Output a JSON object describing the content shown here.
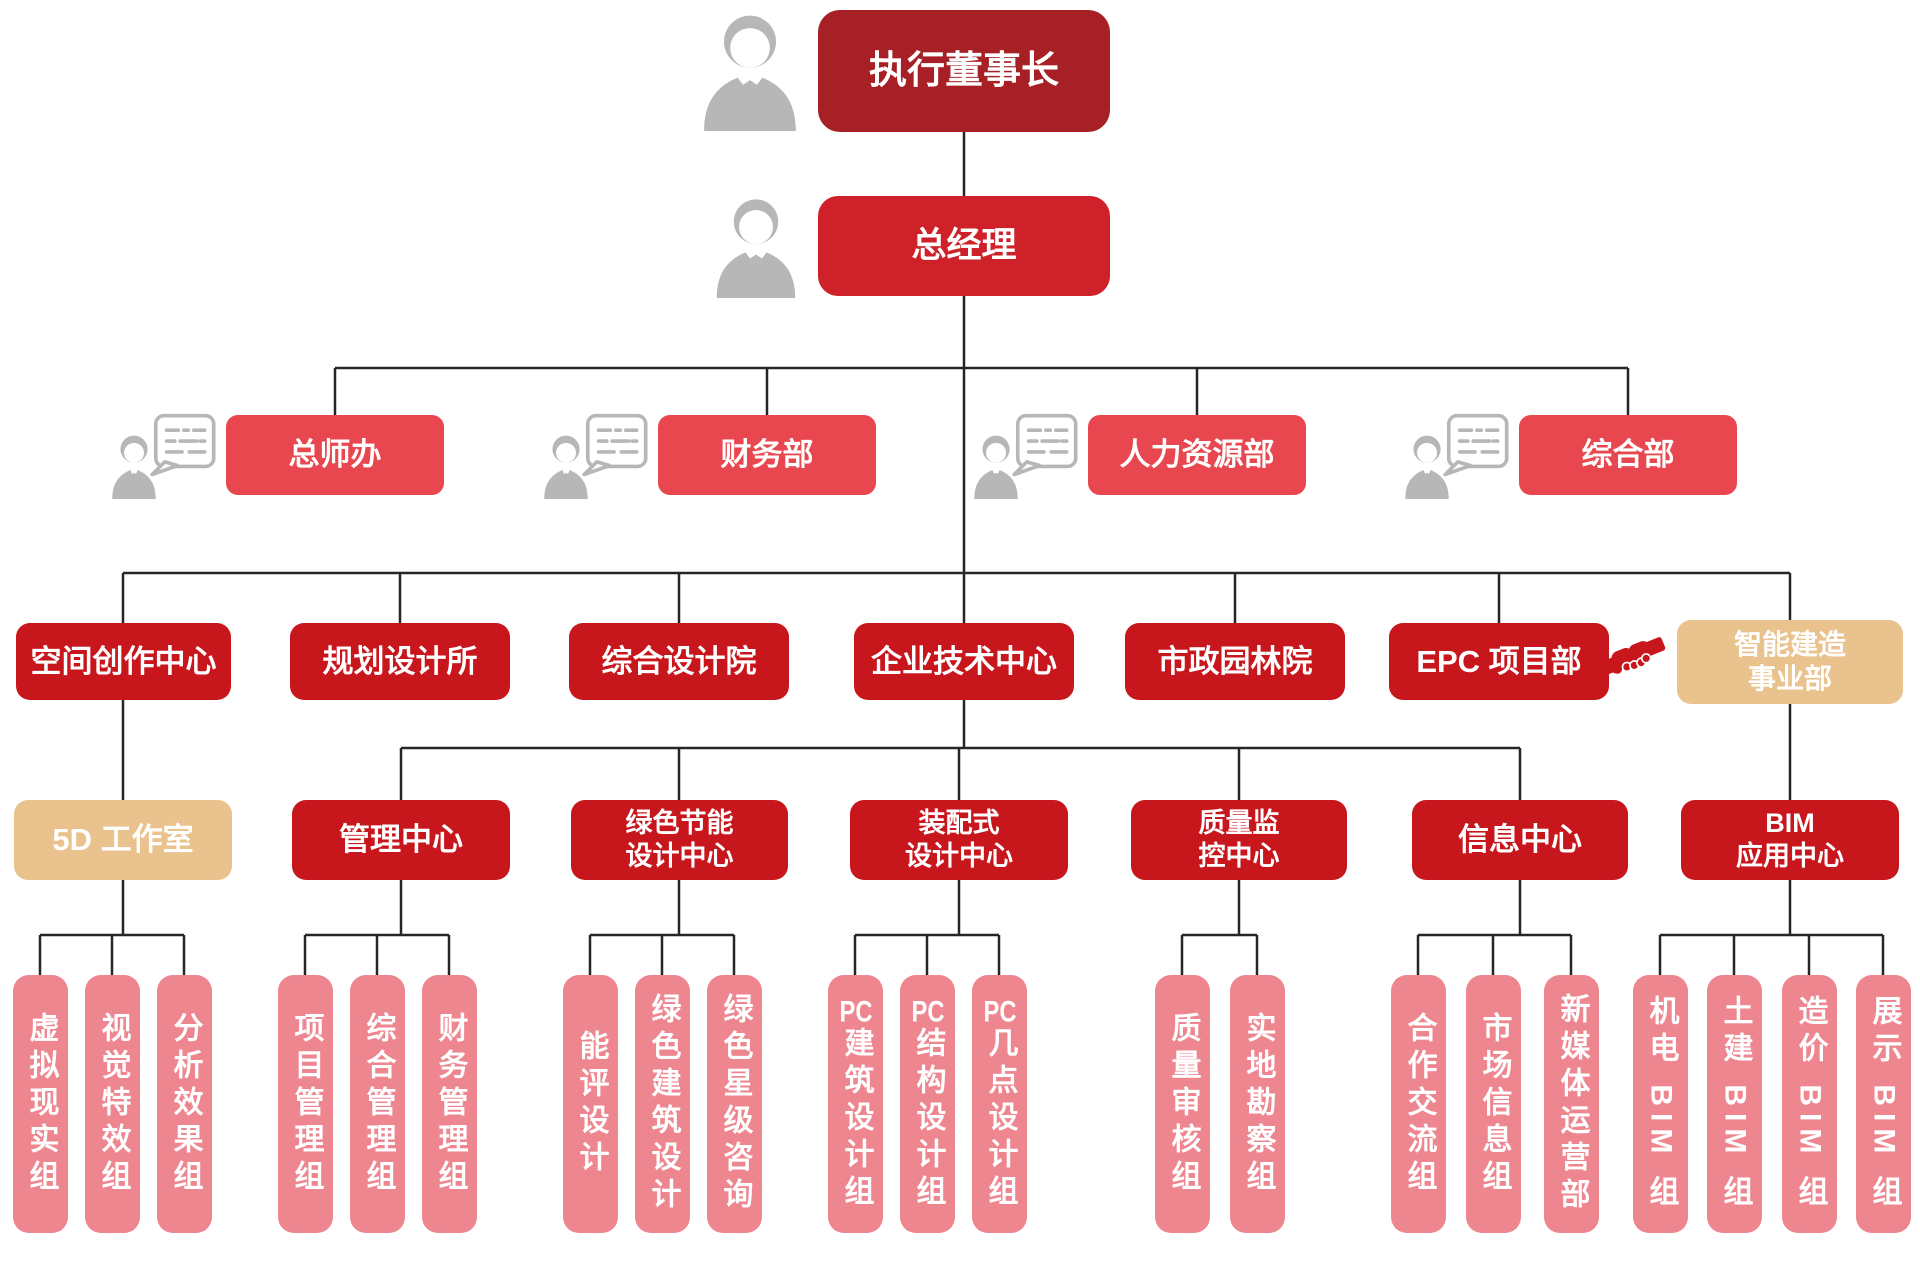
{
  "chart": {
    "chairman": {
      "label": "执行董事长"
    },
    "general_manager": {
      "label": "总经理"
    },
    "staff_departments": [
      {
        "label": "总师办"
      },
      {
        "label": "财务部"
      },
      {
        "label": "人力资源部"
      },
      {
        "label": "综合部"
      }
    ],
    "divisions": [
      {
        "label": "空间创作中心"
      },
      {
        "label": "规划设计所"
      },
      {
        "label": "综合设计院"
      },
      {
        "label": "企业技术中心"
      },
      {
        "label": "市政园林院"
      },
      {
        "label": "EPC 项目部"
      },
      {
        "line1": "智能建造",
        "line2": "事业部",
        "accent": "tan"
      }
    ],
    "centers": [
      {
        "label": "5D 工作室",
        "accent": "tan"
      },
      {
        "label": "管理中心"
      },
      {
        "line1": "绿色节能",
        "line2": "设计中心"
      },
      {
        "line1": "装配式",
        "line2": "设计中心"
      },
      {
        "line1": "质量监",
        "line2": "控中心"
      },
      {
        "label": "信息中心"
      },
      {
        "line1": "BIM",
        "line2": "应用中心"
      }
    ],
    "groups": {
      "studio_5d": [
        {
          "text": "虚拟现实组"
        },
        {
          "text": "视觉特效组"
        },
        {
          "text": "分析效果组"
        }
      ],
      "management": [
        {
          "text": "项目管理组"
        },
        {
          "text": "综合管理组"
        },
        {
          "text": "财务管理组"
        }
      ],
      "green_design": [
        {
          "text": "能评设计"
        },
        {
          "text": "绿色建筑设计"
        },
        {
          "text": "绿色星级咨询"
        }
      ],
      "prefab": [
        {
          "pc": "PC",
          "text": "建筑设计组"
        },
        {
          "pc": "PC",
          "text": "结构设计组"
        },
        {
          "pc": "PC",
          "text": "几点设计组"
        }
      ],
      "quality": [
        {
          "text": "质量审核组"
        },
        {
          "text": "实地勘察组"
        }
      ],
      "information": [
        {
          "text": "合作交流组"
        },
        {
          "text": "市场信息组"
        },
        {
          "text": "新媒体运营部",
          "accent": "tan"
        }
      ],
      "bim": [
        {
          "text": "机电 BIM 组"
        },
        {
          "text": "土建 BIM 组"
        },
        {
          "text": "造价 BIM 组"
        },
        {
          "text": "展示 BIM 组"
        }
      ]
    },
    "icons": {
      "chairman": "person-icon",
      "general_manager": "person-icon",
      "staff_departments": "person-chat-icon",
      "epc_link": "handshake-icon"
    },
    "colors": {
      "dark_red": "#a62025",
      "red": "#ce2129",
      "light_red": "#e9474f",
      "crimson": "#c8161d",
      "pink": "#ee8690",
      "tan": "#eac28d",
      "line": "#262626"
    }
  }
}
